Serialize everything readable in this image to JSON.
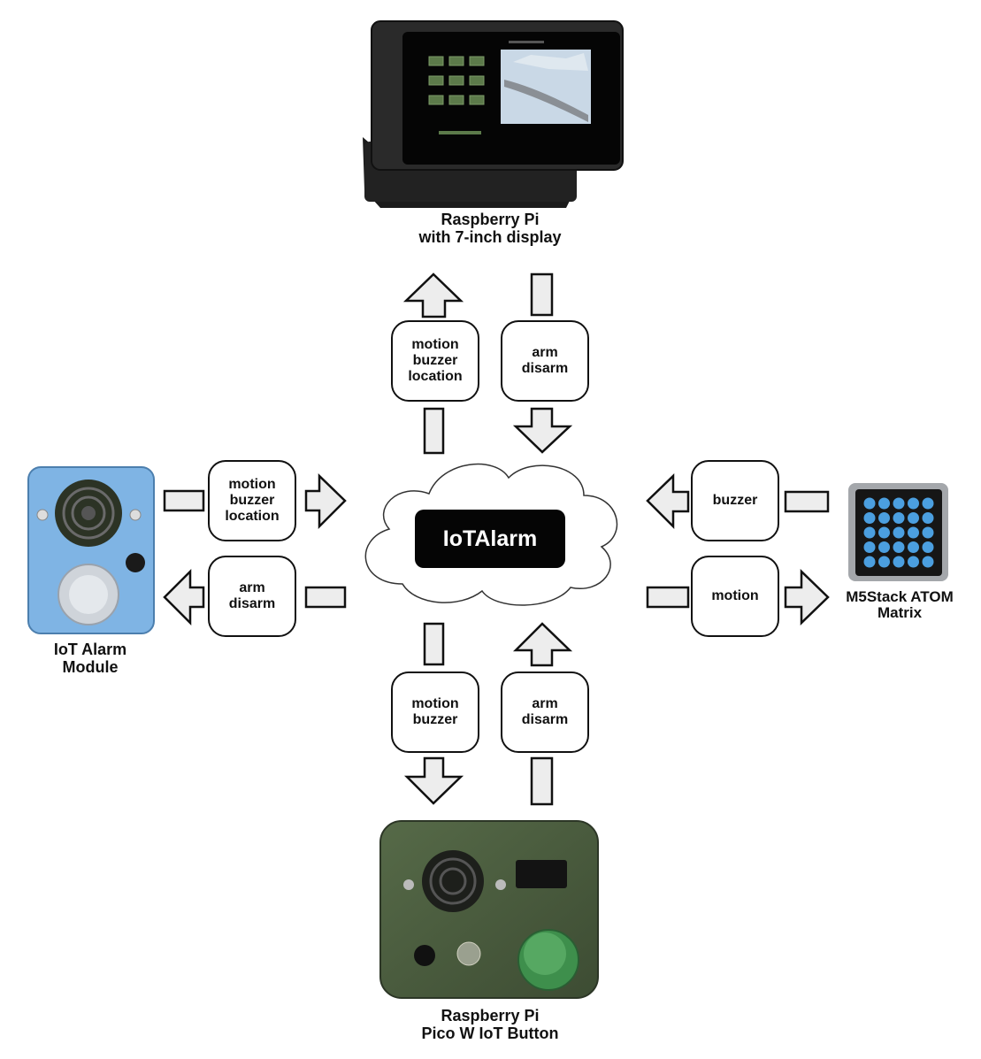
{
  "hub": {
    "label": "IoTAlarm"
  },
  "devices": {
    "top": {
      "line1": "Raspberry Pi",
      "line2": "with 7-inch display"
    },
    "left": {
      "line1": "IoT Alarm",
      "line2": "Module"
    },
    "right": {
      "line1": "M5Stack ATOM",
      "line2": "Matrix"
    },
    "bottom": {
      "line1": "Raspberry Pi",
      "line2": "Pico W IoT Button"
    }
  },
  "messages": {
    "top_up": [
      "motion",
      "buzzer",
      "location"
    ],
    "top_down": [
      "arm",
      "disarm"
    ],
    "left_in": [
      "motion",
      "buzzer",
      "location"
    ],
    "left_out": [
      "arm",
      "disarm"
    ],
    "right_in": [
      "buzzer"
    ],
    "right_out": [
      "motion"
    ],
    "bottom_down": [
      "motion",
      "buzzer"
    ],
    "bottom_up": [
      "arm",
      "disarm"
    ]
  },
  "colors": {
    "arrow_fill": "#ededed",
    "stroke": "#111111",
    "module_blue": "#7fb4e4",
    "button_green": "#4a5c3e",
    "matrix_led": "#4b9fe0"
  }
}
